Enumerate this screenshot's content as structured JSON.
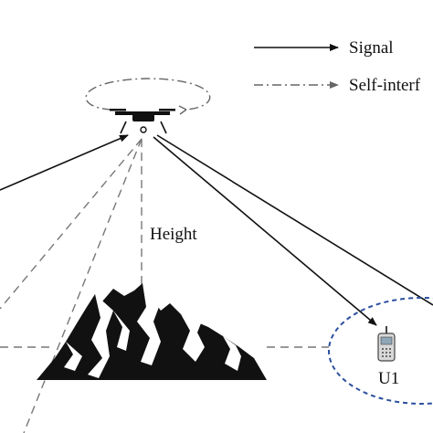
{
  "legend": {
    "signal_label": "Signal",
    "self_interference_label": "Self-interf"
  },
  "labels": {
    "height": "Height",
    "user": "U1"
  },
  "icons": {
    "uav": "drone-icon",
    "mountain": "mountain-icon",
    "user_device": "mobile-phone-icon"
  },
  "colors": {
    "signal_line": "#111111",
    "interference_line": "#777777",
    "coverage_ellipse": "#2b4f9e"
  }
}
